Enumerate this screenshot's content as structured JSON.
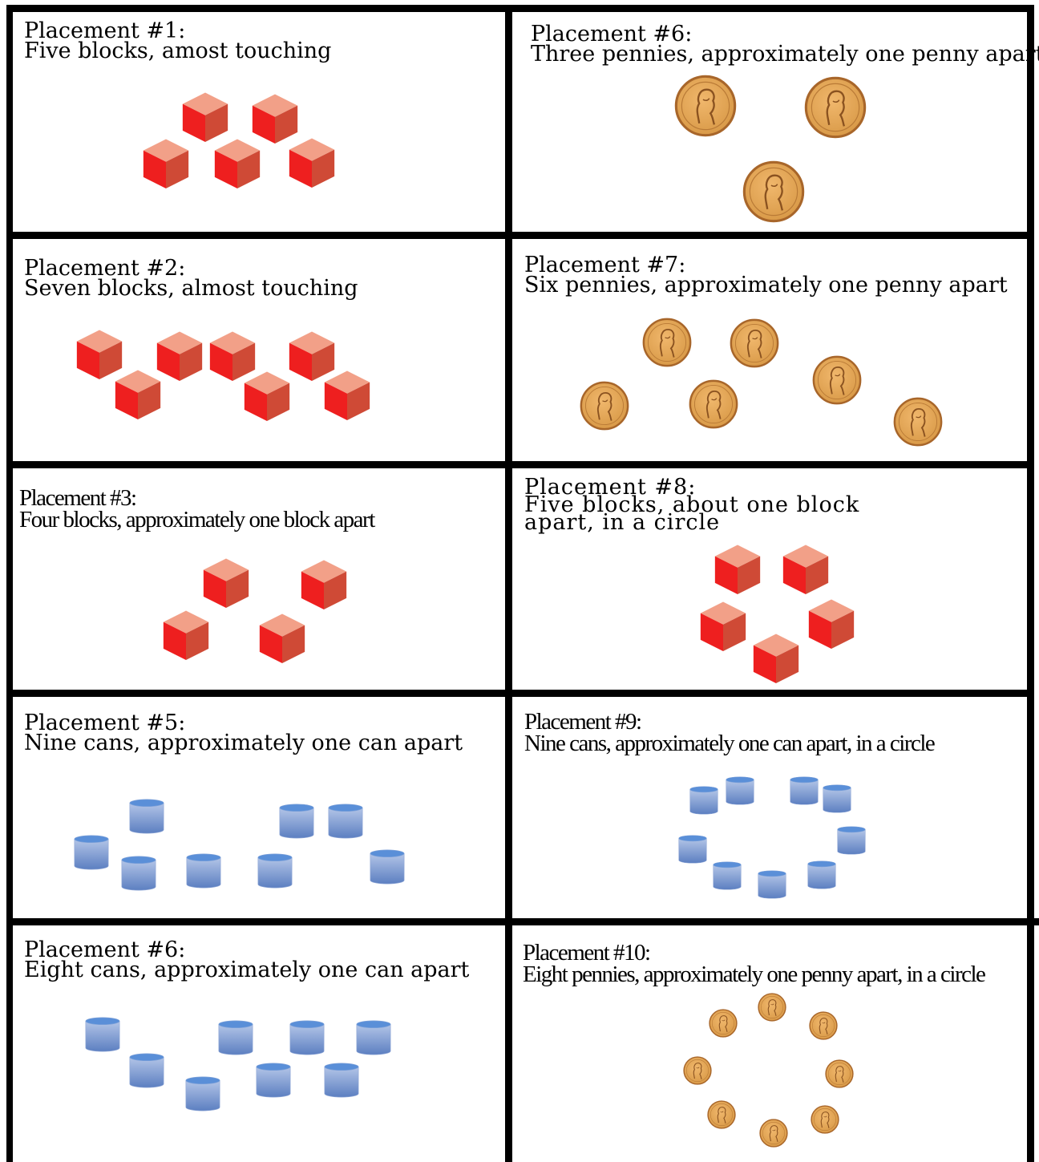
{
  "colors": {
    "block_top": "#f2a088",
    "block_left": "#ee1f1f",
    "block_right": "#cf4a36",
    "can_body_light": "#b3c5e7",
    "can_body_dark": "#5c7fc1",
    "can_top": "#5a8fd8",
    "penny": "#d99a48",
    "penny_rim": "#a8662a",
    "border": "#000000"
  },
  "icons": {
    "block": "cube-block-icon",
    "can": "cylinder-can-icon",
    "penny": "penny-coin-icon"
  },
  "placements": [
    {
      "id": "p1",
      "heading": "Placement #1:",
      "lines": [
        "Five blocks, amost touching"
      ],
      "item_type": "block",
      "count": 5
    },
    {
      "id": "p6a",
      "heading": "Placement #6:",
      "lines": [
        "Three pennies, approximately one penny apart"
      ],
      "item_type": "penny",
      "count": 3
    },
    {
      "id": "p2",
      "heading": "Placement #2:",
      "lines": [
        "Seven blocks, almost touching"
      ],
      "item_type": "block",
      "count": 7
    },
    {
      "id": "p7",
      "heading": "Placement #7:",
      "lines": [
        "Six pennies, approximately one penny apart"
      ],
      "item_type": "penny",
      "count": 6
    },
    {
      "id": "p3",
      "heading": "Placement #3:",
      "lines": [
        "Four blocks, approximately one block apart"
      ],
      "item_type": "block",
      "count": 4
    },
    {
      "id": "p8",
      "heading": "Placement #8:",
      "lines": [
        "Five blocks, about one block",
        "apart, in a circle"
      ],
      "item_type": "block",
      "count": 5
    },
    {
      "id": "p5",
      "heading": "Placement #5:",
      "lines": [
        "Nine cans, approximately one can apart"
      ],
      "item_type": "can",
      "count": 9
    },
    {
      "id": "p9",
      "heading": "Placement #9:",
      "lines": [
        "Nine cans, approximately one can apart, in a circle"
      ],
      "item_type": "can",
      "count": 9
    },
    {
      "id": "p6b",
      "heading": "Placement #6:",
      "lines": [
        "Eight cans, approximately one can apart"
      ],
      "item_type": "can",
      "count": 8
    },
    {
      "id": "p10",
      "heading": "Placement #10:",
      "lines": [
        "Eight pennies, approximately one penny apart, in a circle"
      ],
      "item_type": "penny",
      "count": 8
    }
  ]
}
